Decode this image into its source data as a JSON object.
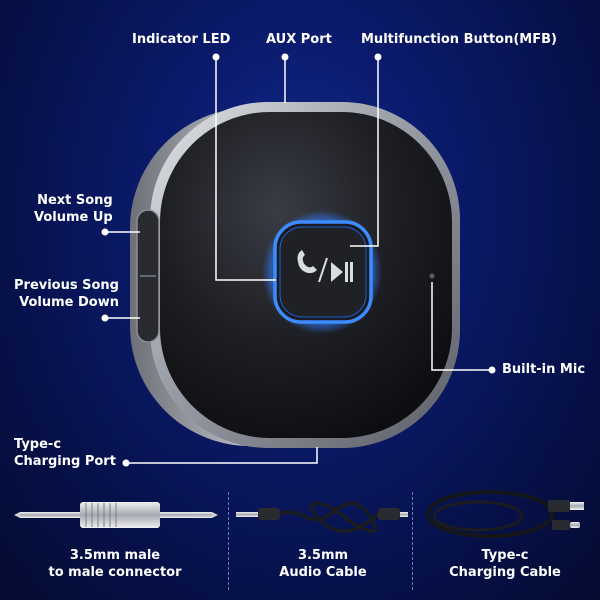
{
  "callouts": {
    "indicator_led": "Indicator LED",
    "aux_port": "AUX Port",
    "mfb": "Multifunction Button(MFB)",
    "next_song_line1": "Next Song",
    "next_song_line2": "Volume Up",
    "prev_song_line1": "Previous Song",
    "prev_song_line2": "Volume Down",
    "builtin_mic": "Built-in Mic",
    "typec_port_line1": "Type-c",
    "typec_port_line2": "Charging Port"
  },
  "accessories": [
    {
      "line1": "3.5mm male",
      "line2": "to male connector",
      "icon": "aux-connector-icon"
    },
    {
      "line1": "3.5mm",
      "line2": "Audio Cable",
      "icon": "audio-cable-icon"
    },
    {
      "line1": "Type-c",
      "line2": "Charging Cable",
      "icon": "usb-c-cable-icon"
    }
  ],
  "colors": {
    "led_glow": "#2f7dff",
    "background": "#0a1a6a",
    "device_body": "#1c1d22",
    "device_rim": "#b9bcc3"
  }
}
